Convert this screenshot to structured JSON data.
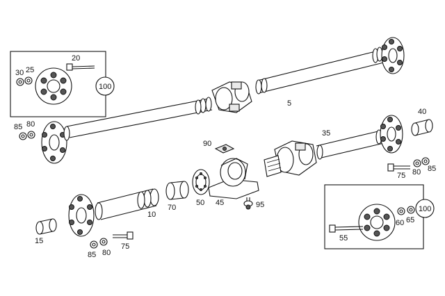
{
  "labels": {
    "n5": "5",
    "n10": "10",
    "n15": "15",
    "n20": "20",
    "n25": "25",
    "n30": "30",
    "n35": "35",
    "n40": "40",
    "n45": "45",
    "n50": "50",
    "n55": "55",
    "n60": "60",
    "n65": "65",
    "n70": "70",
    "n75a": "75",
    "n75b": "75",
    "n80a": "80",
    "n80b": "80",
    "n80c": "80",
    "n85a": "85",
    "n85b": "85",
    "n85c": "85",
    "n90": "90",
    "n95": "95",
    "n100a": "100",
    "n100b": "100"
  }
}
